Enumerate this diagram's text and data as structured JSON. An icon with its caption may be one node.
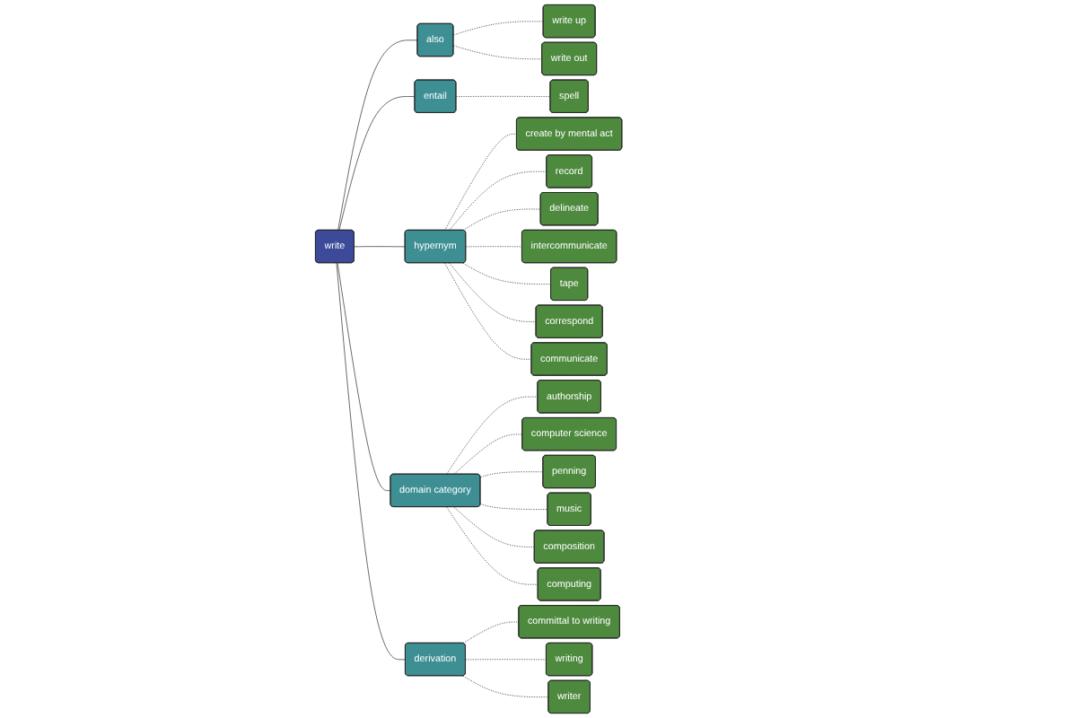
{
  "diagram": {
    "nodes": [
      {
        "text": [
          "committal to writing"
        ]
      },
      {
        "text": [
          "writing"
        ]
      },
      {
        "text": [
          "write up"
        ]
      },
      {
        "text": [
          "computer science"
        ]
      },
      {
        "text": [
          "authorship"
        ]
      },
      {
        "text": [
          "derivation"
        ]
      },
      {
        "text": [
          "writer"
        ]
      },
      {
        "text": [
          "write out"
        ]
      },
      {
        "text": [
          "also"
        ]
      },
      {
        "text": [
          "domain category"
        ]
      },
      {
        "text": [
          "penning"
        ]
      },
      {
        "text": [
          "music"
        ]
      },
      {
        "text": [
          "write"
        ]
      },
      {
        "text": [
          "entail"
        ]
      },
      {
        "text": [
          "computing"
        ]
      },
      {
        "text": [
          "composition"
        ]
      },
      {
        "text": [
          "spell"
        ]
      },
      {
        "text": [
          "create by mental act"
        ]
      },
      {
        "text": [
          "hypernym"
        ]
      },
      {
        "text": [
          "delineate"
        ]
      },
      {
        "text": [
          "record"
        ]
      },
      {
        "text": [
          "intercommunicate"
        ]
      },
      {
        "text": [
          "communicate"
        ]
      },
      {
        "text": [
          "correspond"
        ]
      },
      {
        "text": [
          "tape"
        ]
      }
    ],
    "edges": [
      {
        "from": 12,
        "to": 8,
        "arrow": "none"
      },
      {
        "from": 12,
        "to": 13,
        "arrow": "none"
      },
      {
        "from": 12,
        "to": 18,
        "arrow": "none"
      },
      {
        "from": 12,
        "to": 9,
        "arrow": "none"
      },
      {
        "from": 12,
        "to": 5,
        "arrow": "none"
      },
      {
        "from": 8,
        "to": 2,
        "arrow": "none",
        "style": "dashed"
      },
      {
        "from": 8,
        "to": 7,
        "arrow": "none",
        "style": "dashed"
      },
      {
        "from": 13,
        "to": 16,
        "arrow": "none",
        "style": "dashed"
      },
      {
        "from": 5,
        "to": 0,
        "arrow": "none",
        "style": "dashed"
      },
      {
        "from": 5,
        "to": 1,
        "arrow": "none",
        "style": "dashed"
      },
      {
        "from": 5,
        "to": 6,
        "arrow": "none",
        "style": "dashed"
      },
      {
        "from": 9,
        "to": 4,
        "arrow": "none",
        "style": "dashed"
      },
      {
        "from": 9,
        "to": 3,
        "arrow": "none",
        "style": "dashed"
      },
      {
        "from": 9,
        "to": 10,
        "arrow": "none",
        "style": "dashed"
      },
      {
        "from": 9,
        "to": 11,
        "arrow": "none",
        "style": "dashed"
      },
      {
        "from": 9,
        "to": 15,
        "arrow": "none",
        "style": "dashed"
      },
      {
        "from": 9,
        "to": 14,
        "arrow": "none",
        "style": "dashed"
      },
      {
        "from": 18,
        "to": 17,
        "arrow": "none",
        "style": "dashed"
      },
      {
        "from": 18,
        "to": 20,
        "arrow": "none",
        "style": "dashed"
      },
      {
        "from": 18,
        "to": 19,
        "arrow": "none",
        "style": "dashed"
      },
      {
        "from": 18,
        "to": 21,
        "arrow": "none",
        "style": "dashed"
      },
      {
        "from": 18,
        "to": 24,
        "arrow": "none",
        "style": "dashed"
      },
      {
        "from": 18,
        "to": 23,
        "arrow": "none",
        "style": "dashed"
      },
      {
        "from": 18,
        "to": 22,
        "arrow": "none",
        "style": "dashed"
      }
    ]
  }
}
